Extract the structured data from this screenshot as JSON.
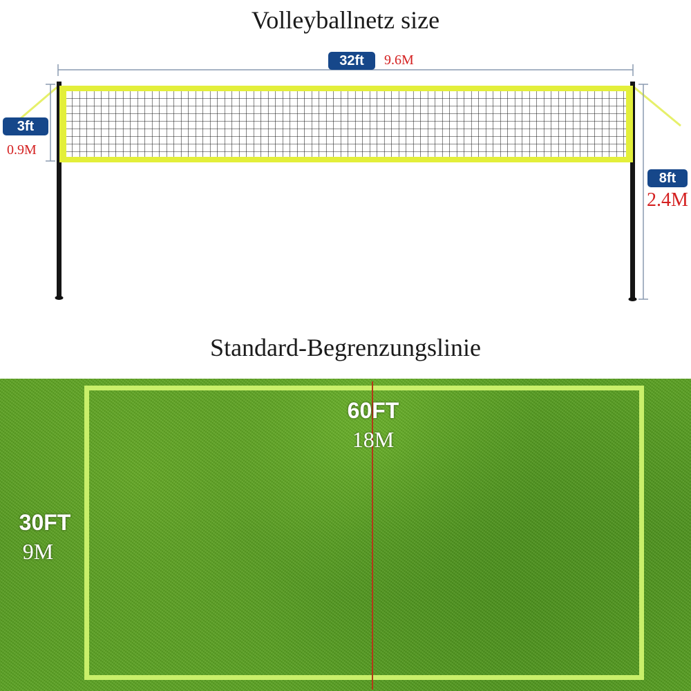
{
  "title": "Volleyballnetz size",
  "net": {
    "width_ft": "32ft",
    "width_m": "9.6M",
    "height_net_ft": "3ft",
    "height_net_m": "0.9M",
    "height_total_ft": "8ft",
    "height_total_m": "2.4M"
  },
  "court": {
    "title": "Standard-Begrenzungslinie",
    "length_ft": "60FT",
    "length_m": "18M",
    "width_ft": "30FT",
    "width_m": "9M"
  },
  "colors": {
    "badge": "#16478a",
    "metric_text": "#d42020",
    "net_frame": "#e3ef3a",
    "court_line": "#c9ef6a",
    "grass": "#4f9322"
  }
}
